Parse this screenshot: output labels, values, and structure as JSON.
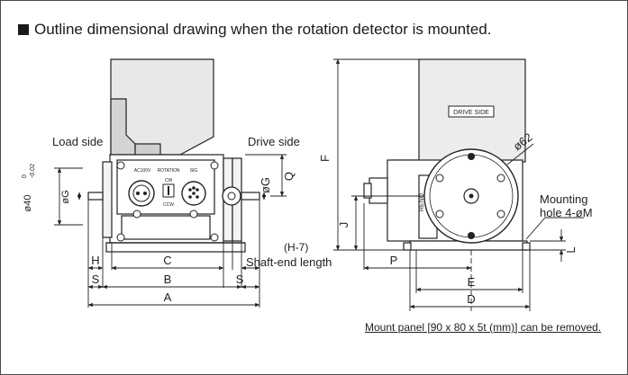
{
  "title": "Outline dimensional drawing when the rotation detector is mounted.",
  "labels": {
    "load_side": "Load side",
    "drive_side": "Drive side",
    "mounting_hole": "Mounting",
    "mounting_hole2": "hole 4-øM",
    "phi62": "ø62",
    "drive_side_plate": "DRIVE SIDE",
    "connector_ac": "AC100V",
    "connector_rot": "ROTATION",
    "connector_sig": "SIG",
    "cw": "CW",
    "ccw": "CCW",
    "renio": "RENO",
    "h7": "(H-7)",
    "shaft_end": "Shaft-end length"
  },
  "dimensions": {
    "A": "A",
    "B": "B",
    "C": "C",
    "D": "D",
    "E": "E",
    "F": "F",
    "H": "H",
    "J": "J",
    "L": "L",
    "P": "P",
    "Q": "Q",
    "S_left": "S",
    "S_right": "S",
    "G_left": "øG",
    "G_right": "øG",
    "d40": "ø40",
    "d40_tol_top": "0",
    "d40_tol_bot": "-0.02"
  },
  "note": "Mount panel [90 x 80 x 5t (mm)] can be removed."
}
